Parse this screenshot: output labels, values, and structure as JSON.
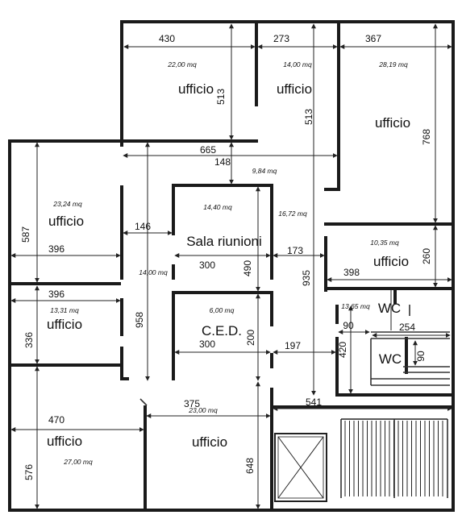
{
  "rooms": [
    {
      "name": "ufficio",
      "area": "22,00 mq"
    },
    {
      "name": "ufficio",
      "area": "14,00 mq"
    },
    {
      "name": "ufficio",
      "area": "28,19 mq"
    },
    {
      "name": "ufficio",
      "area": "23,24 mq"
    },
    {
      "name": "Sala riunioni",
      "area": "14,40 mq"
    },
    {
      "name": "ufficio",
      "area": "10,35 mq"
    },
    {
      "name": "ufficio",
      "area": "13,31 mq"
    },
    {
      "name": "C.E.D.",
      "area": "6,00 mq"
    },
    {
      "name": "ufficio",
      "area": "27,00 mq"
    },
    {
      "name": "ufficio",
      "area": "23,00 mq"
    }
  ],
  "wc_labels": [
    "WC",
    "WC"
  ],
  "corridor_areas": [
    "9,84 mq",
    "16,72 mq",
    "14,00 mq",
    "13,65 mq"
  ],
  "dimensions": [
    "430",
    "273",
    "367",
    "513",
    "513",
    "768",
    "665",
    "148",
    "587",
    "396",
    "146",
    "300",
    "490",
    "173",
    "935",
    "260",
    "398",
    "396",
    "958",
    "336",
    "300",
    "200",
    "197",
    "420",
    "90",
    "254",
    "90",
    "470",
    "375",
    "541",
    "576",
    "648"
  ]
}
